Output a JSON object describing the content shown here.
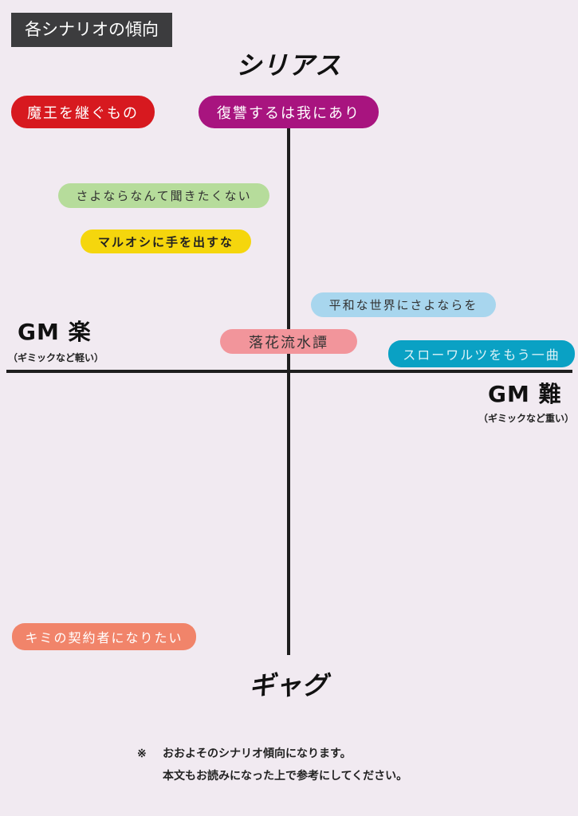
{
  "title": "各シナリオの傾向",
  "axes": {
    "top": "シリアス",
    "bottom": "ギャグ",
    "left": "GM 楽",
    "left_sub": "（ギミックなど軽い）",
    "right": "GM 難",
    "right_sub": "（ギミックなど重い）"
  },
  "scenarios": [
    {
      "label": "魔王を継ぐもの",
      "color": "#d7191f"
    },
    {
      "label": "復讐するは我にあり",
      "color": "#a8147f"
    },
    {
      "label": "さよならなんて聞きたくない",
      "color": "#b6dc9b"
    },
    {
      "label": "マルオシに手を出すな",
      "color": "#f5d60d"
    },
    {
      "label": "平和な世界にさよならを",
      "color": "#a8d6ee"
    },
    {
      "label": "落花流水譚",
      "color": "#f2959b"
    },
    {
      "label": "スローワルツをもう一曲",
      "color": "#0aa1c4"
    },
    {
      "label": "キミの契約者になりたい",
      "color": "#f1846a"
    }
  ],
  "note": {
    "mark": "※",
    "line1": "おおよそのシナリオ傾向になります。",
    "line2": "本文もお読みになった上で参考にしてください。"
  }
}
